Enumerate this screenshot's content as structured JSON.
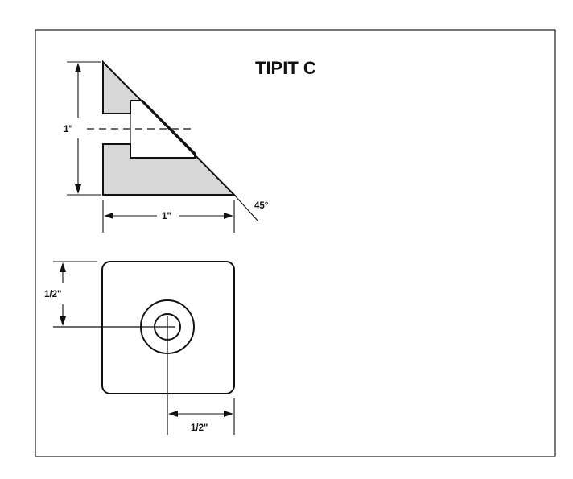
{
  "title": "TIPIT C",
  "side_view": {
    "height_label": "1\"",
    "width_label": "1\"",
    "angle_label": "45°"
  },
  "top_view": {
    "vertical_offset_label": "1/2\"",
    "horizontal_offset_label": "1/2\""
  },
  "colors": {
    "section_fill": "#d7d7d7",
    "line": "#111111"
  }
}
